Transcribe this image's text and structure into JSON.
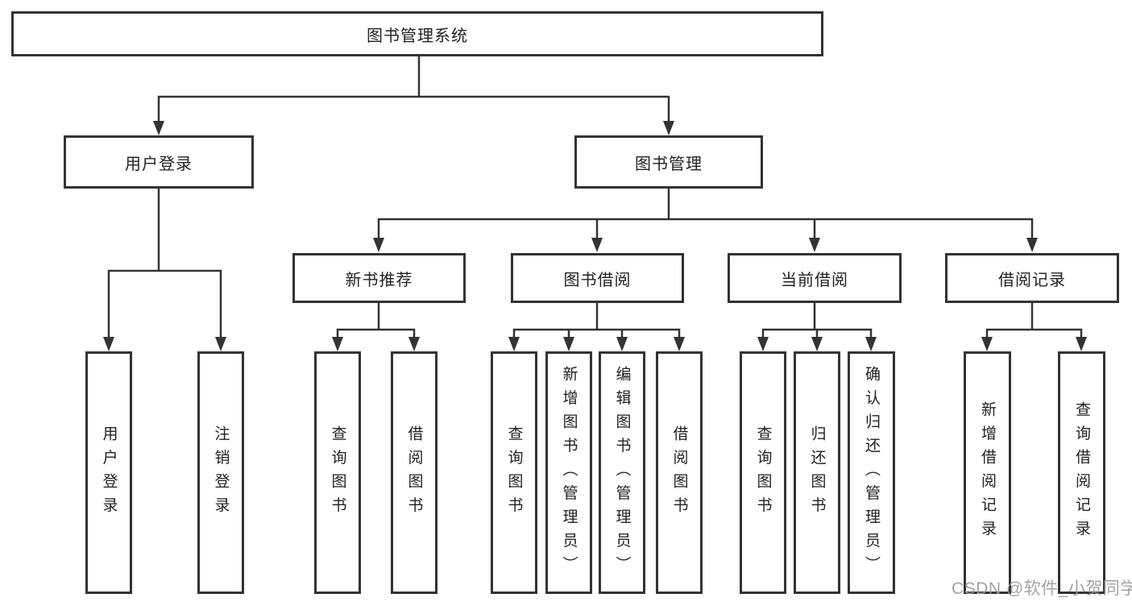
{
  "diagram": {
    "root": "图书管理系统",
    "level2": [
      "用户登录",
      "图书管理"
    ],
    "level3": [
      "新书推荐",
      "图书借阅",
      "当前借阅",
      "借阅记录"
    ],
    "leaves": {
      "user_login": [
        "用户登录",
        "注销登录"
      ],
      "new_books": [
        "查询图书",
        "借阅图书"
      ],
      "book_borrow": [
        "查询图书",
        "新增图书（管理员）",
        "编辑图书（管理员）",
        "借阅图书"
      ],
      "current_borrow": [
        "查询图书",
        "归还图书",
        "确认归还（管理员）"
      ],
      "borrow_records": [
        "新增借阅记录",
        "查询借阅记录"
      ]
    }
  },
  "watermark": {
    "text": "CSDN @软件_小贺同学"
  },
  "colors": {
    "line": "#333333",
    "box_border": "#333333",
    "text": "#222222",
    "background": "#ffffff",
    "watermark": "#9b9b9b"
  }
}
